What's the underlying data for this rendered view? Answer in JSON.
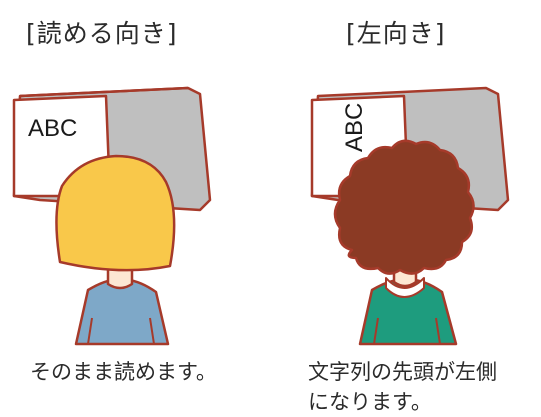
{
  "left_panel": {
    "heading": "[読める向き]",
    "document_text": "ABC",
    "caption": "そのまま読めます。"
  },
  "right_panel": {
    "heading": "[左向き]",
    "document_text": "ABC",
    "caption_line1": "文字列の先頭が左側",
    "caption_line2": "になります。"
  },
  "colors": {
    "outline": "#a63a2a",
    "scanner_gray": "#bfbfbf",
    "document_white": "#ffffff",
    "blonde_hair": "#f9c84a",
    "brown_hair": "#8b3a24",
    "blue_shirt": "#7ea8c8",
    "green_shirt": "#1e9c7e",
    "skin": "#fde7d3"
  }
}
